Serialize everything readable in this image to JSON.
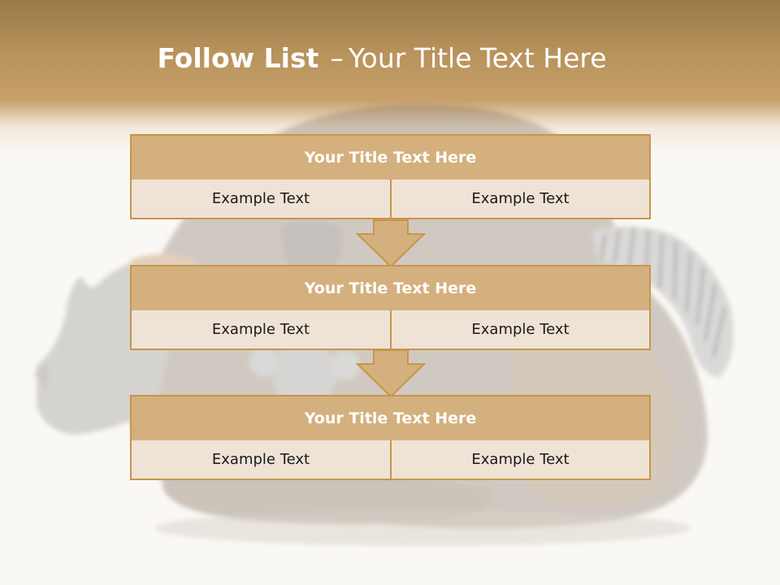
{
  "slide": {
    "title_bold": "Follow List",
    "title_dash": "–",
    "title_rest": "Your Title Text Here"
  },
  "blocks": [
    {
      "title": "Your Title Text Here",
      "left_text": "Example Text",
      "right_text": "Example Text"
    },
    {
      "title": "Your Title Text Here",
      "left_text": "Example Text",
      "right_text": "Example Text"
    },
    {
      "title": "Your Title Text Here",
      "left_text": "Example Text",
      "right_text": "Example Text"
    }
  ],
  "colors": {
    "header": "#b8935c",
    "block_title_fill": "#d4b07e",
    "block_cell_fill": "#efe3d6",
    "border": "#c9954a",
    "arrow_fill": "#d4b07e"
  },
  "icons": {
    "arrow": "down-arrow-icon",
    "background": "animals-illustration"
  }
}
